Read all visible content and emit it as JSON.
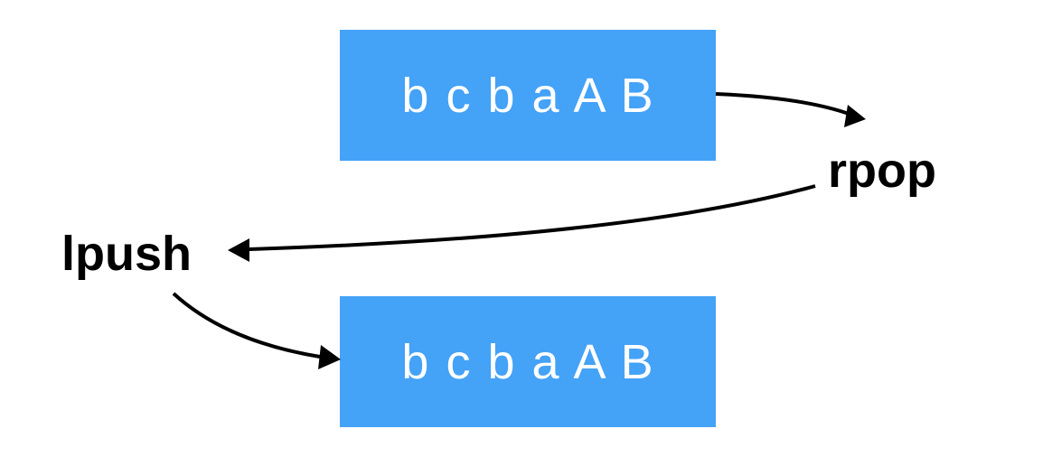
{
  "lists": {
    "before": "b c b a A B",
    "after": "b c b a A B"
  },
  "operations": {
    "pop": "rpop",
    "push": "lpush"
  },
  "colors": {
    "box": "#44a2f7",
    "text_on_box": "#ffffff",
    "arrow": "#000000",
    "label": "#000000"
  }
}
